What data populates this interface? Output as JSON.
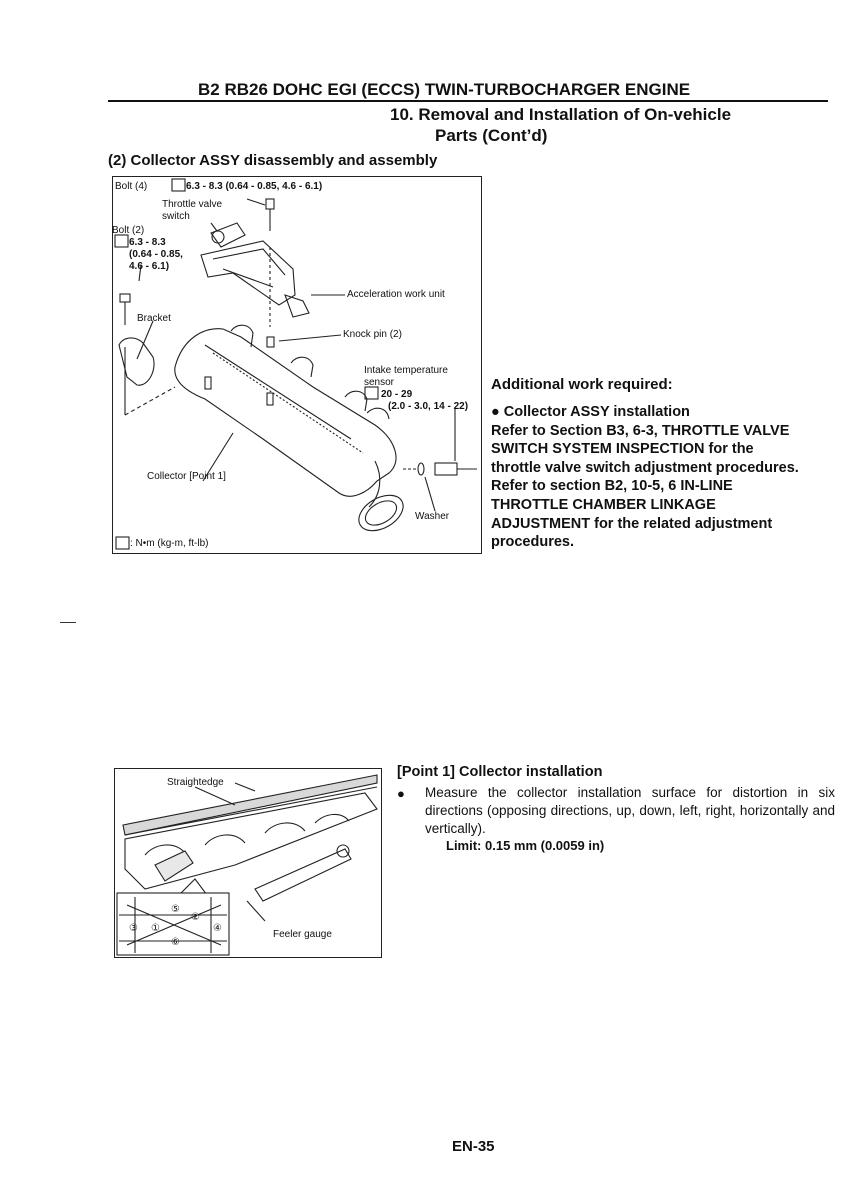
{
  "header": {
    "title": "B2 RB26 DOHC EGI (ECCS) TWIN-TURBOCHARGER ENGINE",
    "section_line1": "10.  Removal and Installation of On-vehicle",
    "section_line2": "Parts (Cont’d)"
  },
  "subsection_title": "(2) Collector ASSY disassembly and assembly",
  "figure1": {
    "labels": {
      "bolt4": "Bolt (4)",
      "bolt4_torque": "6.3 - 8.3 (0.64 - 0.85, 4.6 - 6.1)",
      "throttle_valve_switch_1": "Throttle valve",
      "throttle_valve_switch_2": "switch",
      "bolt2": "Bolt (2)",
      "bolt2_torque_1": "6.3 - 8.3",
      "bolt2_torque_2": "(0.64 - 0.85,",
      "bolt2_torque_3": "4.6 - 6.1)",
      "acceleration_work_unit": "Acceleration work unit",
      "bracket": "Bracket",
      "knock_pin": "Knock pin (2)",
      "intake_temp_sensor_1": "Intake temperature",
      "intake_temp_sensor_2": "sensor",
      "sensor_torque_1": "20 - 29",
      "sensor_torque_2": "(2.0 - 3.0, 14 - 22)",
      "collector": "Collector [Point 1]",
      "washer": "Washer",
      "unit_legend": ": N•m (kg-m, ft-lb)"
    }
  },
  "additional_work": {
    "title": "Additional work required:",
    "bullet_text": "Collector ASSY installation",
    "lines": [
      "Refer to Section B3, 6-3, THROTTLE VALVE",
      "SWITCH SYSTEM INSPECTION for the",
      "throttle valve switch adjustment procedures.",
      "Refer to section B2, 10-5, 6 IN-LINE",
      "THROTTLE CHAMBER LINKAGE",
      "ADJUSTMENT for the related adjustment",
      "procedures."
    ]
  },
  "figure2": {
    "labels": {
      "straightedge": "Straightedge",
      "feeler_gauge": "Feeler gauge",
      "n1": "①",
      "n2": "②",
      "n3": "③",
      "n4": "④",
      "n5": "⑤",
      "n6": "⑥"
    }
  },
  "point1": {
    "title": "[Point 1] Collector installation",
    "bullet": "●",
    "body": "Measure the collector installation surface for distortion in six directions (opposing directions, up, down, left, right, horizontally and vertically).",
    "limit": "Limit: 0.15 mm (0.0059 in)"
  },
  "page_number": "EN-35"
}
